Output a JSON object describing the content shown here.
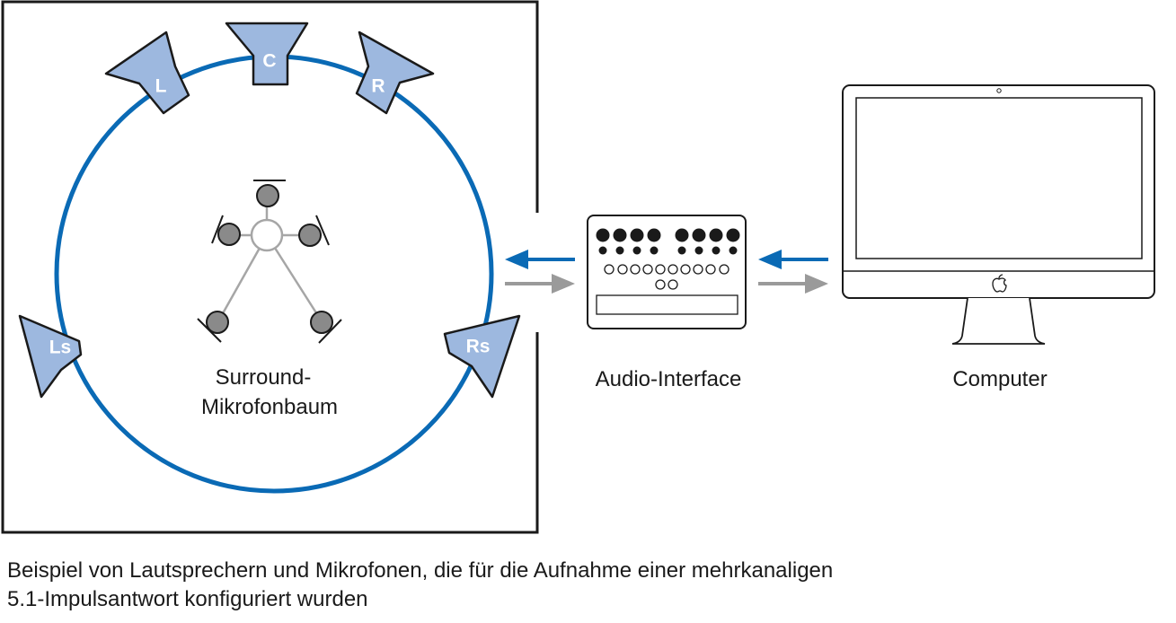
{
  "speakers": {
    "left": "L",
    "center": "C",
    "right": "R",
    "left_surround": "Ls",
    "right_surround": "Rs"
  },
  "labels": {
    "mic_tree_line1": "Surround-",
    "mic_tree_line2": "Mikrofonbaum",
    "audio_interface": "Audio-Interface",
    "computer": "Computer"
  },
  "caption": {
    "line1": "Beispiel von Lautsprechern und Mikrofonen, die für die Aufnahme einer mehrkanaligen",
    "line2": "5.1-Impulsantwort konfiguriert wurden"
  },
  "colors": {
    "ring": "#0a6ab5",
    "speaker_fill": "#9db8df",
    "return_arrow": "#0a6ab5",
    "send_arrow": "#9a9a9a",
    "mic_fill": "#8a8a8a"
  }
}
